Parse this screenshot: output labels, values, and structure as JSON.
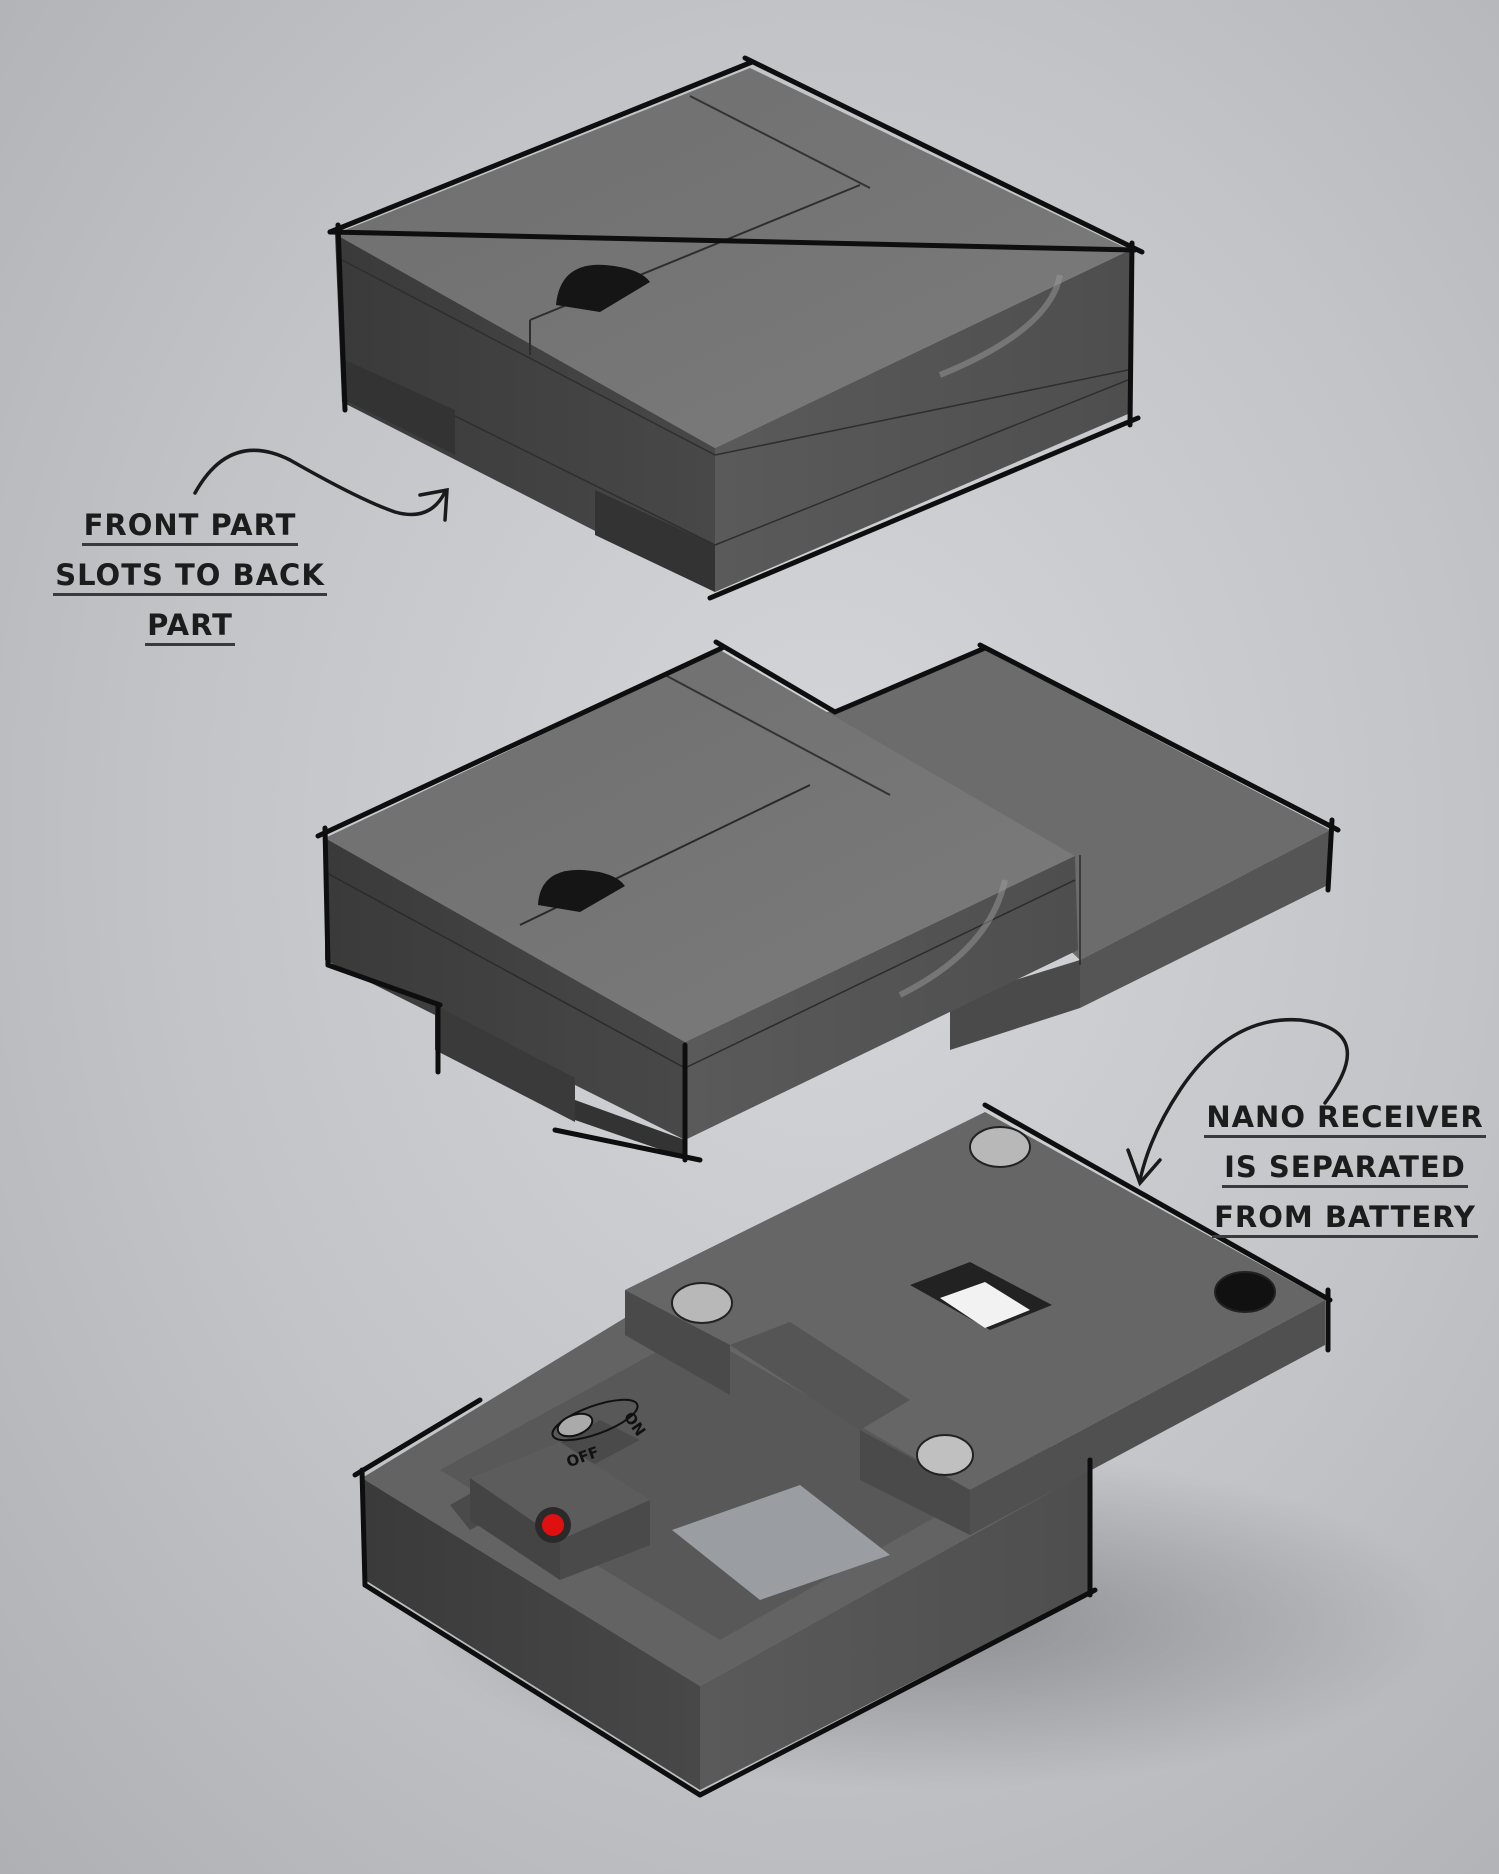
{
  "annotations": {
    "front_part": [
      "FRONT PART",
      "SLOTS TO BACK",
      "PART"
    ],
    "nano_receiver": [
      "NANO RECEIVER",
      "IS SEPARATED",
      "FROM BATTERY"
    ]
  },
  "switch_labels": {
    "off": "OFF",
    "on": "ON"
  },
  "colors": {
    "body_top": "#747474",
    "body_left": "#3f3f3f",
    "body_right": "#545454",
    "outline": "#111111",
    "indicator_light": "#e01010",
    "receiver_window": "#f2f2f2"
  }
}
